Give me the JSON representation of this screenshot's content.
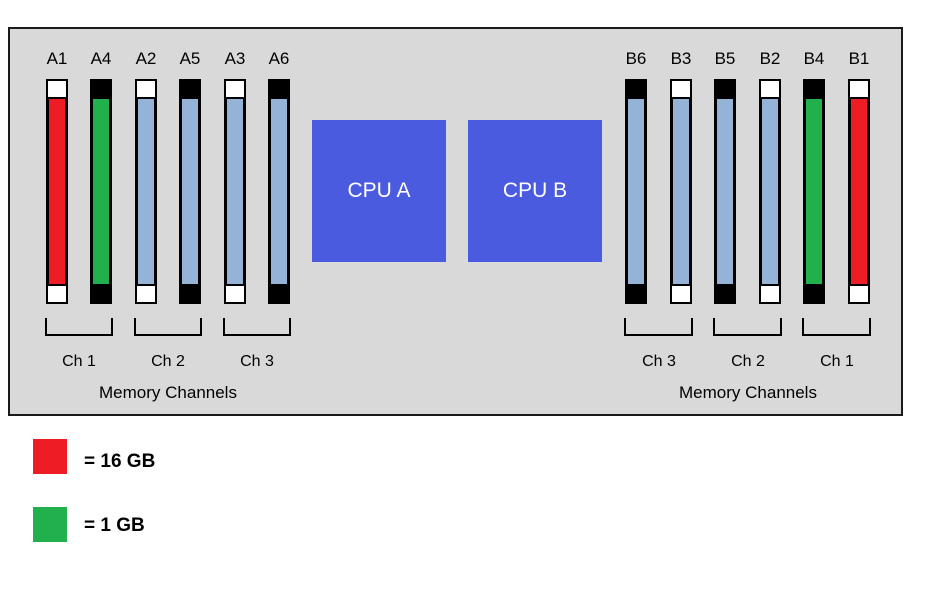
{
  "colors": {
    "board": "#d9d9d9",
    "cpu": "#4a5be0",
    "dimm_default": "#95b3d7",
    "dimm_16gb": "#ee1c25",
    "dimm_1gb": "#21b04b"
  },
  "cpu_a": {
    "label": "CPU A"
  },
  "cpu_b": {
    "label": "CPU B"
  },
  "side_a": {
    "slots": [
      {
        "label": "A1",
        "fill": "red",
        "caps": "white"
      },
      {
        "label": "A4",
        "fill": "green",
        "caps": "black"
      },
      {
        "label": "A2",
        "fill": "blue",
        "caps": "white"
      },
      {
        "label": "A5",
        "fill": "blue",
        "caps": "black"
      },
      {
        "label": "A3",
        "fill": "blue",
        "caps": "white"
      },
      {
        "label": "A6",
        "fill": "blue",
        "caps": "black"
      }
    ],
    "channels": [
      "Ch 1",
      "Ch 2",
      "Ch 3"
    ],
    "caption": "Memory Channels"
  },
  "side_b": {
    "slots": [
      {
        "label": "B6",
        "fill": "blue",
        "caps": "black"
      },
      {
        "label": "B3",
        "fill": "blue",
        "caps": "white"
      },
      {
        "label": "B5",
        "fill": "blue",
        "caps": "black"
      },
      {
        "label": "B2",
        "fill": "blue",
        "caps": "white"
      },
      {
        "label": "B4",
        "fill": "green",
        "caps": "black"
      },
      {
        "label": "B1",
        "fill": "red",
        "caps": "white"
      }
    ],
    "channels": [
      "Ch 3",
      "Ch 2",
      "Ch 1"
    ],
    "caption": "Memory Channels"
  },
  "legend": [
    {
      "color": "#ee1c25",
      "text": "= 16 GB"
    },
    {
      "color": "#21b04b",
      "text": "= 1 GB"
    }
  ]
}
